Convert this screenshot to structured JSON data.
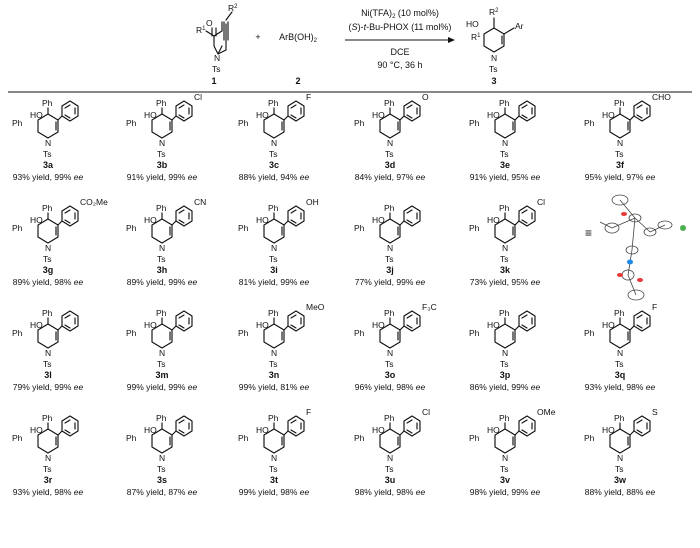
{
  "reaction": {
    "catalyst": "Ni(TFA)",
    "catalyst_sub": "2",
    "catalyst_load": " (10 mol%)",
    "ligand_pre": "(",
    "ligand_S": "S",
    "ligand_mid": ")-",
    "ligand_t": "t",
    "ligand_post": "-Bu-PHOX (11 mol%)",
    "solvent": "DCE",
    "conditions": "90 °C, 36 h",
    "reagent": "ArB(OH)",
    "reagent_sub": "2",
    "plus": "+",
    "labels": {
      "sm": "1",
      "reagent": "2",
      "product": "3"
    },
    "atoms": {
      "R1": "R",
      "R1_sup": "1",
      "R2": "R",
      "R2_sup": "2",
      "O": "O",
      "N": "N",
      "Ts": "Ts",
      "HO": "HO",
      "Ar": "Ar"
    }
  },
  "common": {
    "Ph": "Ph",
    "HO": "HO",
    "N": "N",
    "Ts": "Ts",
    "Cl": "Cl",
    "F": "F",
    "O": "O",
    "CHO": "CHO",
    "CO2Me": "CO₂Me",
    "CN": "CN",
    "OH": "OH",
    "MeO": "MeO",
    "F3C": "F₃C",
    "OMe": "OMe",
    "S": "S",
    "ee": "ee"
  },
  "products": [
    {
      "id": "3a",
      "yield": "93% yield, 99% ",
      "ee": "ee"
    },
    {
      "id": "3b",
      "yield": "91% yield, 99% ",
      "ee": "ee"
    },
    {
      "id": "3c",
      "yield": "88% yield, 94% ",
      "ee": "ee"
    },
    {
      "id": "3d",
      "yield": "84% yield, 97% ",
      "ee": "ee"
    },
    {
      "id": "3e",
      "yield": "91% yield, 95% ",
      "ee": "ee"
    },
    {
      "id": "3f",
      "yield": "95% yield, 97% ",
      "ee": "ee"
    },
    {
      "id": "3g",
      "yield": "89% yield, 98% ",
      "ee": "ee"
    },
    {
      "id": "3h",
      "yield": "89% yield, 99% ",
      "ee": "ee"
    },
    {
      "id": "3i",
      "yield": "81% yield, 99% ",
      "ee": "ee"
    },
    {
      "id": "3j",
      "yield": "77% yield, 99% ",
      "ee": "ee"
    },
    {
      "id": "3k",
      "yield": "73% yield, 95% ",
      "ee": "ee"
    },
    {
      "id": "3l",
      "yield": "79% yield, 99% ",
      "ee": "ee"
    },
    {
      "id": "3m",
      "yield": "99% yield, 99% ",
      "ee": "ee"
    },
    {
      "id": "3n",
      "yield": "99% yield, 81% ",
      "ee": "ee"
    },
    {
      "id": "3o",
      "yield": "96% yield, 98% ",
      "ee": "ee"
    },
    {
      "id": "3p",
      "yield": "86% yield, 99% ",
      "ee": "ee"
    },
    {
      "id": "3q",
      "yield": "93% yield, 98% ",
      "ee": "ee"
    },
    {
      "id": "3r",
      "yield": "93% yield, 98% ",
      "ee": "ee"
    },
    {
      "id": "3s",
      "yield": "87% yield, 87% ",
      "ee": "ee"
    },
    {
      "id": "3t",
      "yield": "99% yield, 98% ",
      "ee": "ee"
    },
    {
      "id": "3u",
      "yield": "98% yield, 98% ",
      "ee": "ee"
    },
    {
      "id": "3v",
      "yield": "98% yield, 99% ",
      "ee": "ee"
    },
    {
      "id": "3w",
      "yield": "88% yield, 88% ",
      "ee": "ee"
    }
  ]
}
